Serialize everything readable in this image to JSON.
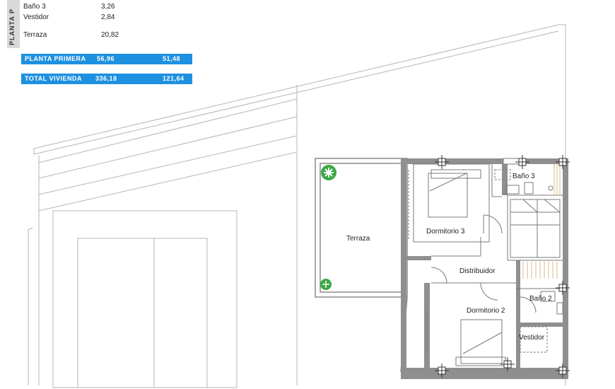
{
  "side_tab_label": "PLANTA P",
  "surface_rows": [
    {
      "label": "Baño 3",
      "value": "3,26"
    },
    {
      "label": "Vestidor",
      "value": "2,84"
    },
    {
      "label": "Terraza",
      "value": "20,82"
    }
  ],
  "summary_bars": [
    {
      "label": "PLANTA PRIMERA",
      "value_1": "56,96",
      "value_2": "51,48"
    },
    {
      "label": "TOTAL VIVIENDA",
      "value_1": "336,18",
      "value_2": "121,64"
    }
  ],
  "rooms": {
    "terraza": "Terraza",
    "dormitorio_3": "Dormitorio 3",
    "bano_3": "Baño 3",
    "distribuidor": "Distribuidor",
    "dormitorio_2": "Dormitorio 2",
    "bano_2": "Baño 2",
    "vestidor": "Vestidor"
  },
  "colors": {
    "accent": "#1e90e0",
    "tab_gray": "#d9d9d9",
    "plant_green": "#3aa845"
  }
}
